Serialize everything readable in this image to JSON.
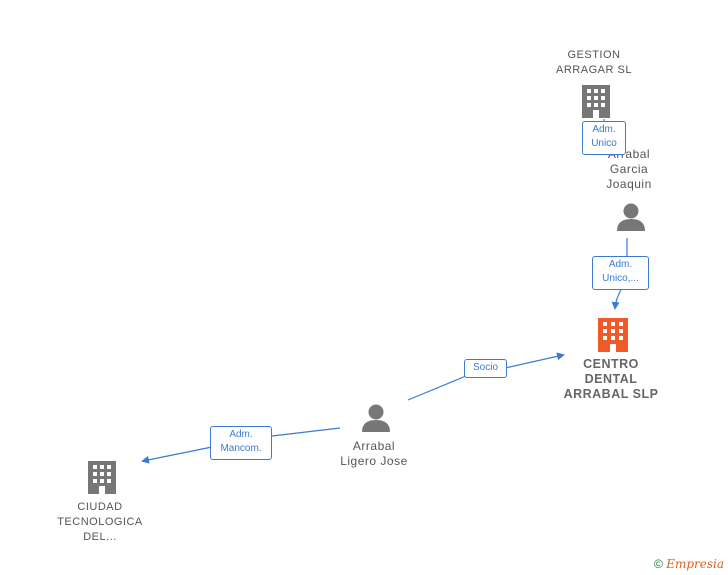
{
  "nodes": {
    "gestion": {
      "label": "GESTION\nARRAGAR  SL",
      "kind": "company"
    },
    "joaquin": {
      "label": "Arrabal\nGarcia\nJoaquin",
      "kind": "person"
    },
    "centro": {
      "label": "CENTRO\nDENTAL\nARRABAL  SLP",
      "kind": "company-main"
    },
    "jose": {
      "label": "Arrabal\nLigero Jose",
      "kind": "person"
    },
    "ciudad": {
      "label": "CIUDAD\nTECNOLOGICA\nDEL...",
      "kind": "company"
    }
  },
  "edges": {
    "gestion_joaquin": "Adm.\nUnico",
    "joaquin_centro": "Adm.\nUnico,...",
    "jose_centro": "Socio",
    "jose_ciudad": "Adm.\nMancom."
  },
  "colors": {
    "edge": "#3b7bd4",
    "icon": "#777777",
    "icon_main": "#f05a28"
  },
  "footer": {
    "copyright": "©",
    "brand": "Empresia"
  }
}
